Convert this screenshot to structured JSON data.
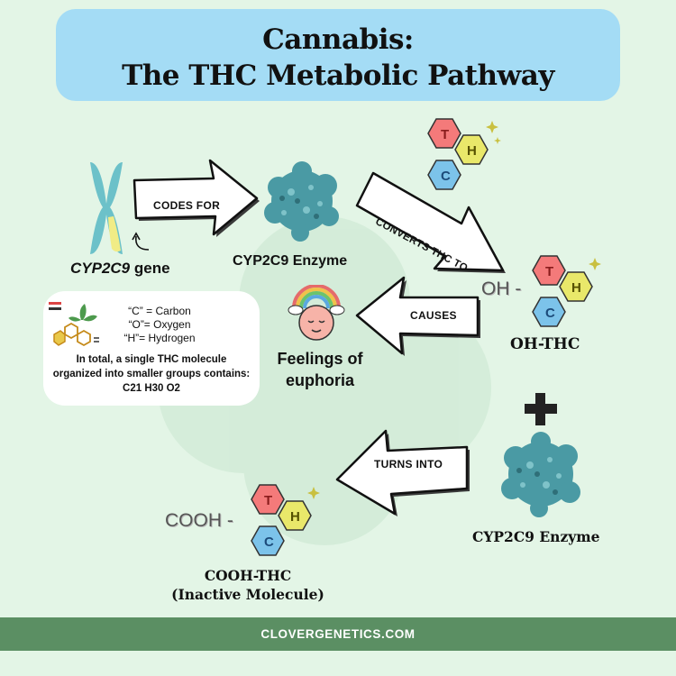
{
  "title": {
    "line1": "Cannabis:",
    "line2": "The THC Metabolic Pathway"
  },
  "gene": {
    "name": "CYP2C9",
    "suffix": " gene"
  },
  "enzyme_top": {
    "label": "CYP2C9 Enzyme"
  },
  "enzyme_bottom": {
    "label": "CYP2C9 Enzyme"
  },
  "arrows": {
    "codes_for": "CODES FOR",
    "converts": "CONVERTS THC TO",
    "causes": "CAUSES",
    "turns_into": "TURNS INTO"
  },
  "thc_letters": {
    "t": "T",
    "h": "H",
    "c": "C"
  },
  "oh_thc": {
    "prefix": "OH -",
    "label": "OH-THC"
  },
  "cooh_thc": {
    "prefix": "COOH -",
    "label_line1": "COOH-THC",
    "label_line2": "(Inactive Molecule)"
  },
  "euphoria": {
    "line1": "Feelings of",
    "line2": "euphoria"
  },
  "info": {
    "carbon": "“C” = Carbon",
    "oxygen": "“O”= Oxygen",
    "hydrogen": "“H”= Hydrogen",
    "line1": "In total, a single THC molecule",
    "line2": "organized into smaller groups contains:",
    "formula": "C21 H30 O2"
  },
  "footer": {
    "site": "CLOVERGENETICS.COM"
  },
  "colors": {
    "background": "#e3f5e6",
    "title_box": "#a4dcf5",
    "footer": "#5b8f63",
    "hex_t": "#f47a7a",
    "hex_h": "#e9e86a",
    "hex_c": "#7cc3ea",
    "enzyme": "#4a9aa4",
    "chromosome": "#6cc1c9"
  }
}
